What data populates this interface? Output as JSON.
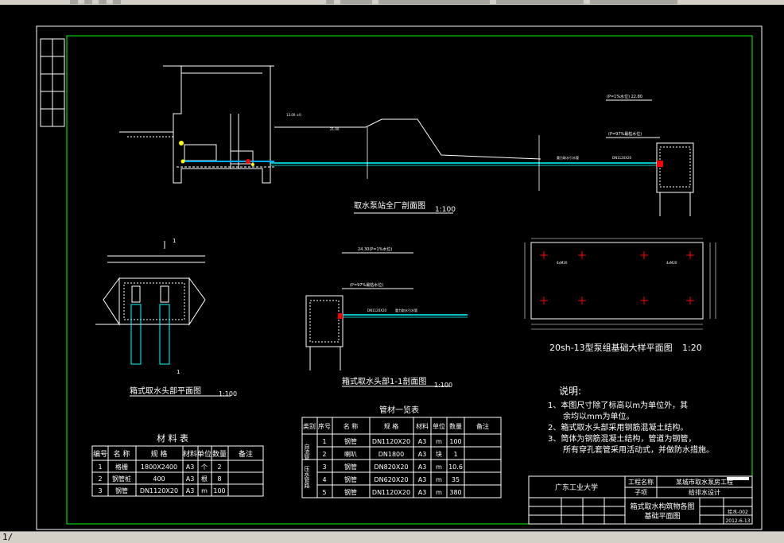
{
  "colors": {
    "bg": "#000000",
    "border": "#ffffff",
    "inner_border": "#00ff00",
    "pipe": "#00ffff",
    "accent_red": "#ff0000",
    "accent_yellow": "#ffff00"
  },
  "statusbar": {
    "text": "1/"
  },
  "drawing": {
    "pump_station_caption": "取水泵站全厂剖面图",
    "pump_station_scale": "1:100",
    "box_intake_plan_caption": "箱式取水头部平面图",
    "box_intake_plan_scale": "1:100",
    "box_intake_section_caption": "箱式取水头部1-1剖面图",
    "box_intake_section_scale": "1:100",
    "foundation_caption": "20sh-13型泵组基础大样平面图",
    "foundation_scale": "1:20",
    "label_p1_water": "(P=1%水位) 22.80",
    "label_p97_water": "(P=97%最枯水位)",
    "label_p1_small": "24.30(P=1%水位)",
    "label_p97_small": "(P=97%最枯水位)",
    "pipe_label": "重力取水引水管",
    "pipe_spec": "DN1120X20",
    "section_mark": "1"
  },
  "notes": {
    "title": "说明:",
    "lines": [
      "1、本图尺寸除了标高以m为单位外，其",
      "余均以mm为单位。",
      "2、箱式取水头部采用钢筋混凝土结构。",
      "3、筒体为钢筋混凝土结构，管道为钢管，",
      "所有穿孔套管采用活动式，并做防水措施。"
    ]
  },
  "materials_table": {
    "title": "材 料 表",
    "headers": [
      "编号",
      "名 称",
      "规 格",
      "材料",
      "单位",
      "数量",
      "备注"
    ],
    "rows": [
      [
        "1",
        "格栅",
        "1800X2400",
        "A3",
        "个",
        "2",
        ""
      ],
      [
        "2",
        "钢管桩",
        "400",
        "A3",
        "根",
        "8",
        ""
      ],
      [
        "3",
        "钢管",
        "DN1120X20",
        "A3",
        "m",
        "100",
        ""
      ]
    ]
  },
  "pipe_table": {
    "title": "管材一览表",
    "headers": [
      "类别",
      "序号",
      "名 称",
      "规 格",
      "材料",
      "单位",
      "数量",
      "备注"
    ],
    "group1": "自流管",
    "group2": "压水管路",
    "rows": [
      [
        "1",
        "钢管",
        "DN1120X20",
        "A3",
        "m",
        "100",
        ""
      ],
      [
        "2",
        "喇叭",
        "DN1800",
        "A3",
        "块",
        "1",
        ""
      ],
      [
        "3",
        "钢管",
        "DN820X20",
        "A3",
        "m",
        "10.6",
        ""
      ],
      [
        "4",
        "钢管",
        "DN620X20",
        "A3",
        "m",
        "35",
        ""
      ],
      [
        "5",
        "钢管",
        "DN1120X20",
        "A3",
        "m",
        "380",
        ""
      ]
    ]
  },
  "title_block": {
    "school": "广东工业大学",
    "project_label": "工程名称",
    "project_value": "某城市取水泵房工程",
    "sub_label": "子项",
    "sub_value": "给排水设计",
    "drawing_title_1": "箱式取水构筑物各图",
    "drawing_title_2": "基础平面图",
    "drawing_no": "给水-002",
    "date": "2012-6-13"
  }
}
